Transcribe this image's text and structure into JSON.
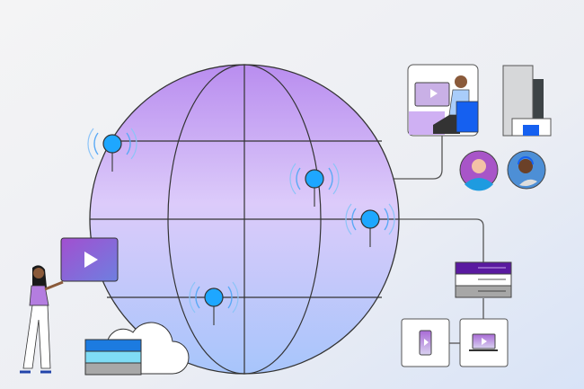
{
  "colors": {
    "background_top": "#f3f3f4",
    "background_bottom": "#dbe5f6",
    "globe_top": "#b98df0",
    "globe_bottom": "#a9c6fb",
    "beacon": "#1ea7ff",
    "outline": "#3a3a3a",
    "server_purple": "#5a1aa0",
    "chair_blue": "#1560f0"
  },
  "icons": [
    "globe",
    "signal-beacon",
    "video-play",
    "server-rack",
    "cloud",
    "smartphone",
    "laptop",
    "office-building",
    "agent-avatar",
    "headset-avatar",
    "person-at-desk",
    "woman-presenting"
  ]
}
